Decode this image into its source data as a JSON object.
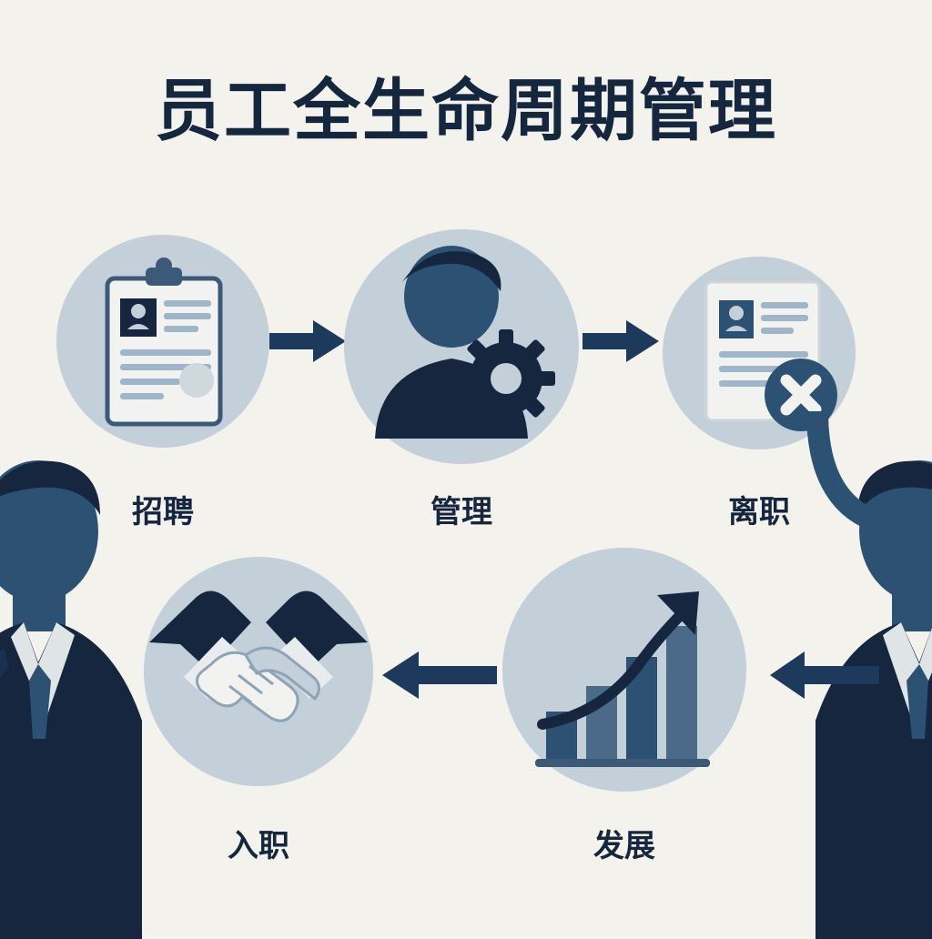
{
  "diagram": {
    "title": "员工全生命周期管理",
    "type": "cycle-flow",
    "colors": {
      "background": "#f3f2ec",
      "circle_fill": "#c3d0da",
      "dark_navy": "#16263f",
      "mid_blue": "#2d5173",
      "slate_blue": "#4b6a8a",
      "arrow": "#1d3a5c",
      "paper_white": "#f2f3f0"
    },
    "nodes": [
      {
        "id": "recruit",
        "label": "招聘",
        "icon": "clipboard-resume-icon"
      },
      {
        "id": "manage",
        "label": "管理",
        "icon": "person-gear-icon"
      },
      {
        "id": "offboard",
        "label": "离职",
        "icon": "resume-x-icon"
      },
      {
        "id": "develop",
        "label": "发展",
        "icon": "bar-chart-growth-icon"
      },
      {
        "id": "onboard",
        "label": "入职",
        "icon": "handshake-icon"
      }
    ],
    "arrows": [
      {
        "from": "recruit",
        "to": "manage",
        "direction": "right"
      },
      {
        "from": "manage",
        "to": "offboard",
        "direction": "right"
      },
      {
        "from": "offboard",
        "to": "develop",
        "direction": "left"
      },
      {
        "from": "develop",
        "to": "onboard",
        "direction": "left"
      }
    ],
    "background_figures": [
      {
        "id": "figure-left",
        "name": "businessman-silhouette-left"
      },
      {
        "id": "figure-right",
        "name": "businessman-silhouette-right"
      }
    ]
  }
}
